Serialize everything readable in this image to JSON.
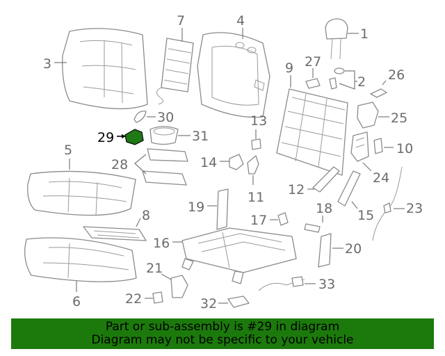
{
  "callouts": {
    "c1": "1",
    "c2": "2",
    "c3": "3",
    "c4": "4",
    "c5": "5",
    "c6": "6",
    "c7": "7",
    "c8": "8",
    "c9": "9",
    "c10": "10",
    "c11": "11",
    "c12": "12",
    "c13": "13",
    "c14": "14",
    "c15": "15",
    "c16": "16",
    "c17": "17",
    "c18": "18",
    "c19": "19",
    "c20": "20",
    "c21": "21",
    "c22": "22",
    "c23": "23",
    "c24": "24",
    "c25": "25",
    "c26": "26",
    "c27": "27",
    "c28": "28",
    "c29": "29",
    "c30": "30",
    "c31": "31",
    "c32": "32",
    "c33": "33"
  },
  "highlight": {
    "part_number": "29",
    "color": "#1f7a16"
  },
  "banner": {
    "line1": "Part or sub-assembly is #29 in diagram",
    "line2": "Diagram may not be specific to your vehicle",
    "color": "#1c7a0c"
  }
}
